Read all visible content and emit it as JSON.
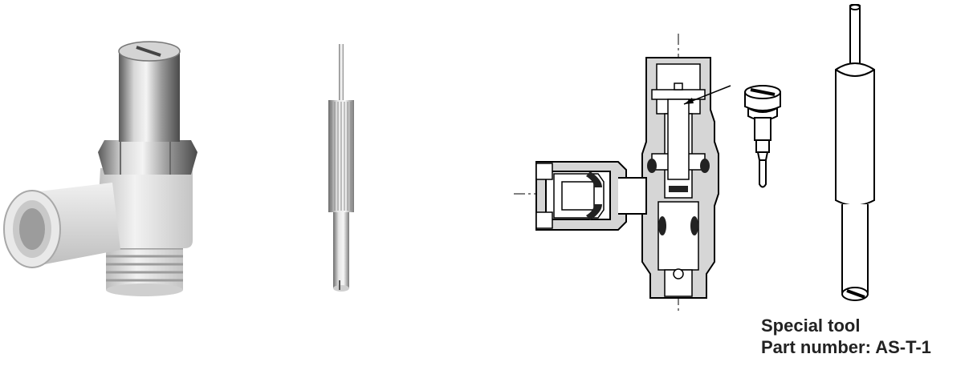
{
  "caption": {
    "line1": "Special tool",
    "line2": "Part number: AS-T-1"
  },
  "icons": {
    "fitting_photo": "elbow-speed-controller-photo",
    "tool_photo": "slotted-screwdriver-tool-photo",
    "cross_section": "fitting-cross-section-drawing",
    "needle": "adjustment-needle-drawing",
    "tool_drawing": "special-tool-line-drawing"
  }
}
